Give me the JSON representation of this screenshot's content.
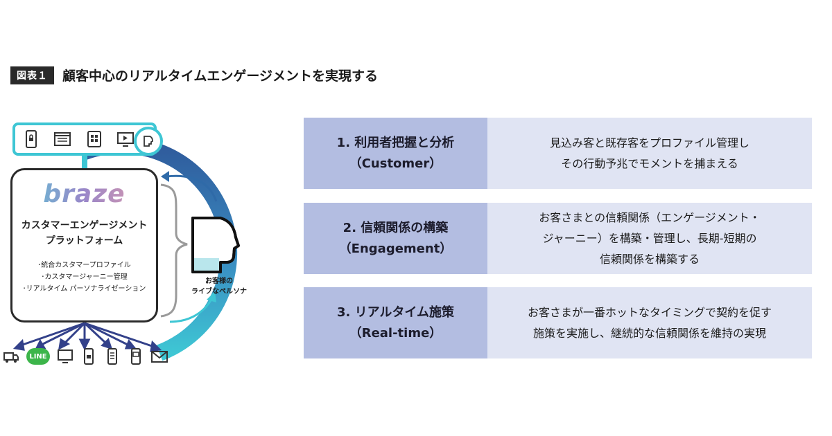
{
  "figure": {
    "badge": "図表１",
    "title": "顧客中心のリアルタイムエンゲージメントを実現する"
  },
  "diagram": {
    "logo": "braze",
    "platform_lines": [
      "カスタマーエンゲージメント",
      "プラットフォーム"
    ],
    "features": [
      "･統合カスタマープロファイル",
      "･カスタマージャーニー管理",
      "･リアルタイム パーソナライゼーション"
    ],
    "persona_lines": [
      "お客様の",
      "ライブなペルソナ"
    ],
    "line_badge": "LINE",
    "colors": {
      "accent_teal": "#3ec6d4",
      "accent_blue": "#2f5b9c",
      "arrow_navy": "#33418a"
    }
  },
  "table": {
    "rows": [
      {
        "head": [
          "1. 利用者把握と分析",
          "（Customer）"
        ],
        "desc": [
          "見込み客と既存客をプロファイル管理し",
          "その行動予兆でモメントを捕まえる"
        ]
      },
      {
        "head": [
          "2. 信頼関係の構築",
          "（Engagement）"
        ],
        "desc": [
          "お客さまとの信頼関係（エンゲージメント・",
          "ジャーニー）を構築・管理し、長期-短期の",
          "信頼関係を構築する"
        ]
      },
      {
        "head": [
          "3. リアルタイム施策",
          "（Real-time）"
        ],
        "desc": [
          "お客さまが一番ホットなタイミングで契約を促す",
          "施策を実施し、継続的な信頼関係を維持の実現"
        ]
      }
    ],
    "colors": {
      "head_bg": "#b3bde1",
      "desc_bg": "#e0e4f3"
    }
  }
}
